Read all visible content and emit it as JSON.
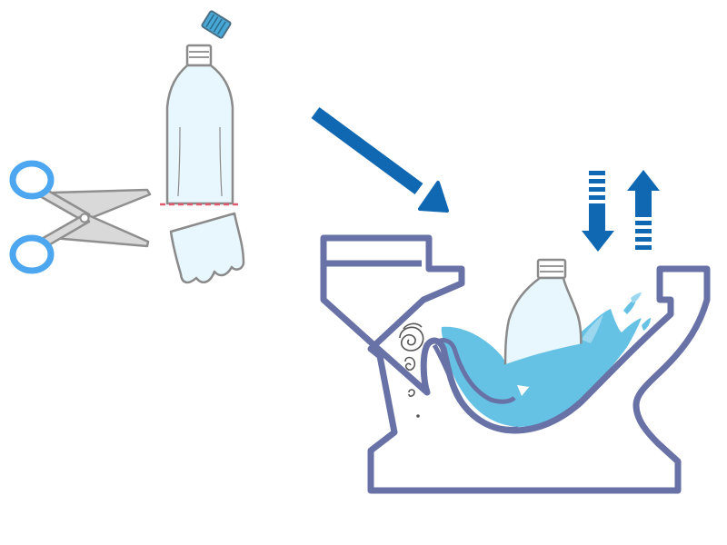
{
  "colors": {
    "scissor_handle": "#4da6f0",
    "scissor_blade": "#9e9e9e",
    "bottle_fill": "#e8f6fd",
    "bottle_outline": "#8a8a8a",
    "bottle_cap": "#4aa8d6",
    "cut_line": "#e05a70",
    "arrow_blue": "#1068b3",
    "toilet_outline": "#6872a6",
    "water": "#66c2e4",
    "water_light": "#9bd8ef"
  },
  "icons": {
    "scissors": "scissors-icon",
    "cap": "bottle-cap-icon",
    "arrow_main": "arrow-right-down-icon",
    "arrow_down": "arrow-down-icon",
    "arrow_up": "arrow-up-icon",
    "toilet": "toilet-bowl-icon"
  },
  "steps": [
    {
      "name": "remove-cap"
    },
    {
      "name": "cut-bottle"
    },
    {
      "name": "plunge-in-toilet"
    }
  ]
}
